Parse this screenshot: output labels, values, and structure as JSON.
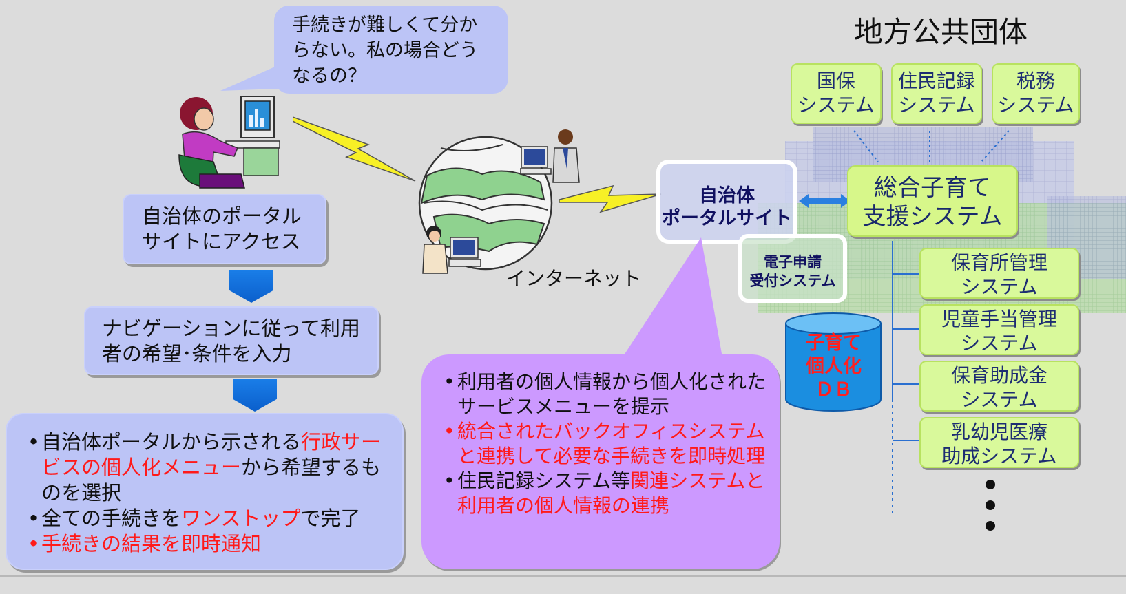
{
  "speech_bubble": {
    "lines": [
      "手続きが難しくて分か",
      "らない。私の場合どう",
      "なるの？"
    ]
  },
  "left_flow": {
    "step1": [
      "自治体のポータル",
      "サイトにアクセス"
    ],
    "step2": [
      "ナビゲーションに従って利用",
      "者の希望･条件を入力"
    ],
    "summary": {
      "item1": {
        "pre": "自治体ポータルから示される",
        "red": "行政サービスの個人化メニュー",
        "post": "から希望するものを選択"
      },
      "item2": {
        "pre": "全ての手続きを",
        "red": "ワンストップ",
        "post": "で完了"
      },
      "item3": {
        "red": "手続きの結果を即時通知"
      }
    }
  },
  "internet_label": "インターネット",
  "portal": {
    "lines": [
      "自治体",
      "ポータルサイト"
    ]
  },
  "e_application": {
    "lines": [
      "電子申請",
      "受付システム"
    ]
  },
  "db": {
    "lines": [
      "子育て",
      "個人化",
      "ＤＢ"
    ]
  },
  "center_callout": {
    "item1": "利用者の個人情報から個人化されたサービスメニューを提示",
    "item2": "統合されたバックオフィスシステムと連携して必要な手続きを即時処理",
    "item3": {
      "pre": "住民記録システム等",
      "red": "関連システムと利用者の個人情報の連携"
    }
  },
  "local_gov_title": "地方公共団体",
  "top_systems": [
    {
      "line1": "国保",
      "line2": "システム"
    },
    {
      "line1": "住民記録",
      "line2": "システム"
    },
    {
      "line1": "税務",
      "line2": "システム"
    }
  ],
  "integrated_system": {
    "lines": [
      "総合子育て",
      "支援システム"
    ]
  },
  "sub_systems": [
    {
      "line1": "保育所管理",
      "line2": "システム"
    },
    {
      "line1": "児童手当管理",
      "line2": "システム"
    },
    {
      "line1": "保育助成金",
      "line2": "システム"
    },
    {
      "line1": "乳幼児医療",
      "line2": "助成システム"
    }
  ],
  "colors": {
    "background": "#dcdcdc",
    "blue_box": "#bcc4f6",
    "purple_callout": "#cc99ff",
    "green_box": "#d7f78a",
    "accent_red": "#ff1a1a",
    "arrow_blue": "#1a7ee8",
    "db_blue": "#1b8ee0",
    "lightning": "#f7f026"
  }
}
